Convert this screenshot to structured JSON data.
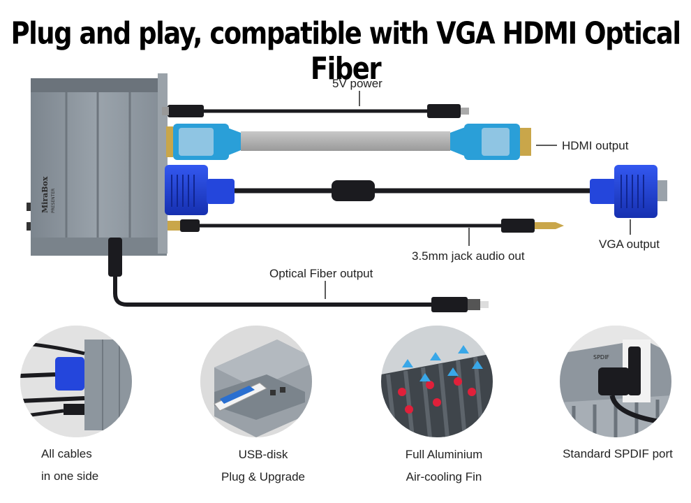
{
  "header": {
    "title": "Plug and play, compatible with VGA HDMI  Optical Fiber"
  },
  "device": {
    "brand": "MiraBox",
    "model": "PRESENTER"
  },
  "callouts": {
    "power": "5V power",
    "hdmi": "HDMI output",
    "vga": "VGA output",
    "audio": "3.5mm jack audio out",
    "optical": "Optical Fiber output"
  },
  "features": [
    {
      "line1": "All  cables",
      "line2": "in one side"
    },
    {
      "line1": "USB-disk",
      "line2": "Plug & Upgrade"
    },
    {
      "line1": "Full Aluminium",
      "line2": "Air-cooling Fin"
    },
    {
      "line1": "Standard SPDIF port",
      "line2": ""
    }
  ],
  "spdif_label": "SPDIF",
  "colors": {
    "device_gray": "#8a939c",
    "vga_blue": "#1f3fcf",
    "hdmi_blue": "#2a9fd8",
    "cable_dark": "#1b1b1f",
    "gold": "#c9a64a"
  }
}
